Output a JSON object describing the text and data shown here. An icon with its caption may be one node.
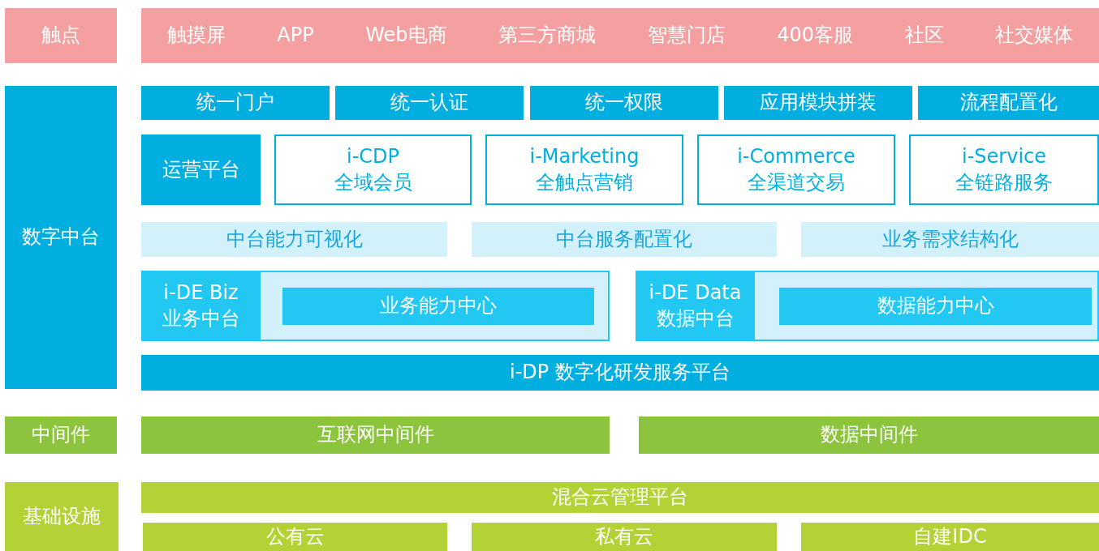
{
  "diagram": {
    "nodes": [
      {
        "text": [
          "触点"
        ]
      },
      {
        "text": [
          "触摸屏",
          "APP",
          "Web电商",
          "第三方商城",
          "智慧门店",
          "400客服",
          "社区",
          "社交媒体"
        ]
      },
      {
        "text": [
          "数字中台"
        ]
      },
      {
        "text": [
          "统一门户"
        ]
      },
      {
        "text": [
          "统一认证"
        ]
      },
      {
        "text": [
          "统一权限"
        ]
      },
      {
        "text": [
          "应用模块拼装"
        ]
      },
      {
        "text": [
          "流程配置化"
        ]
      },
      {
        "text": [
          "运营平台"
        ]
      },
      {
        "text": [
          "i-CDP",
          "全域会员"
        ]
      },
      {
        "text": [
          "i-Marketing",
          "全触点营销"
        ]
      },
      {
        "text": [
          "i-Commerce",
          "全渠道交易"
        ]
      },
      {
        "text": [
          "i-Service",
          "全链路服务"
        ]
      },
      {
        "text": [
          "中台能力可视化"
        ]
      },
      {
        "text": [
          "中台服务配置化"
        ]
      },
      {
        "text": [
          "业务需求结构化"
        ]
      },
      {
        "text": [
          "i-DE Biz 业务中台"
        ]
      },
      {
        "text": [
          "业务能力中心"
        ],
        "in": 16
      },
      {
        "text": [
          "i-DE Data 数据中台"
        ]
      },
      {
        "text": [
          "数据能力中心"
        ],
        "in": 18
      },
      {
        "text": [
          "i-DP 数字化研发服务平台"
        ]
      },
      {
        "text": [
          "中间件"
        ]
      },
      {
        "text": [
          "互联网中间件"
        ]
      },
      {
        "text": [
          "数据中间件"
        ]
      },
      {
        "text": [
          "基础设施"
        ]
      },
      {
        "text": [
          "混合云管理平台"
        ]
      },
      {
        "text": [
          "公有云"
        ]
      },
      {
        "text": [
          "私有云"
        ]
      },
      {
        "text": [
          "自建IDC"
        ]
      }
    ]
  }
}
